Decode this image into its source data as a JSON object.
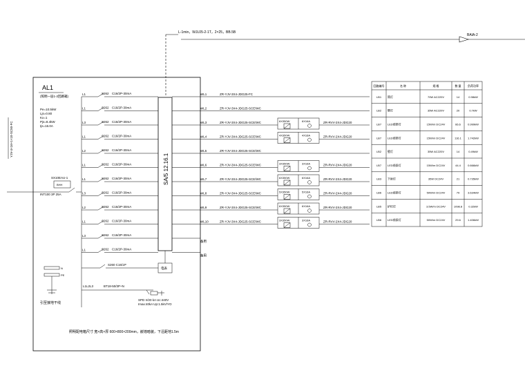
{
  "top_feeder": {
    "label": "L-1min，WJL05-2-1T，2×25，BB.5B"
  },
  "right_arrow_label": "BAIA-2",
  "panel": {
    "name": "AL1",
    "subtitle": "(照明一层1-2回路箱)",
    "params": [
      "Pe=10.5kW",
      "Ljs=0.80",
      "Kx=1",
      "Pjs=8.4kW",
      "Ijs=16.0A"
    ],
    "main_breaker": "INT100 3P 25A",
    "spd_box": "SX10EAU-1",
    "spd_box_sub": "BHH",
    "left_vertical_label": "YJV-4×16+1×10-SC50-FC",
    "busbar_label": "SA/5 12.16.1",
    "bottom_note": "照明配电箱尺寸 宽×高×厚 600×800×200mm，嵌墙暗装，下沿距地1.5m",
    "ground_label": "引至接地干线",
    "spd_main": "BT18-50/3P+N",
    "spd_note_1": "SPD Ir/20 kA Uc:440V",
    "spd_note_2": "Imax:40kA Up:1.5kV/YO",
    "rcd_label": "S260 C16/1P",
    "spd_phase": "L1L2L3",
    "rcd_box": "电表"
  },
  "circuits": [
    {
      "phase": "L1",
      "breaker": "S262",
      "rating": "C16/2P-30mA",
      "id": "WL1",
      "cable": "ZR-YJV-3X4-JDG25-FC"
    },
    {
      "phase": "L1",
      "breaker": "S262",
      "rating": "C16/2P-30mA",
      "id": "WL2",
      "cable": "ZR-YJV-3X4-JDG25-SCE/WC"
    },
    {
      "phase": "L3",
      "breaker": "S262",
      "rating": "C16/2P-30mA",
      "id": "WL3",
      "cable": "ZR-YJV-3X4-JDG25-SCE/WC"
    },
    {
      "phase": "L1",
      "breaker": "S262",
      "rating": "C16/2P-30mA",
      "id": "WL4",
      "cable": "ZR-YJV-3X4-JDG25-SCE/WC"
    },
    {
      "phase": "L2",
      "breaker": "S262",
      "rating": "C16/2P-30mA",
      "id": "WL5",
      "cable": "ZR-YJV-3X4-JDG25-SCE/WC"
    },
    {
      "phase": "L1",
      "breaker": "S262",
      "rating": "C16/2P-30mA",
      "id": "WL6",
      "cable": "ZR-YJV-3X4-JDG25-SCE/WC"
    },
    {
      "phase": "L1",
      "breaker": "S262",
      "rating": "C16/2P-30mA",
      "id": "WL7",
      "cable": "ZR-YJV-3X4-JDG25-SCE/WC"
    },
    {
      "phase": "L3",
      "breaker": "S262",
      "rating": "C16/2P-30mA",
      "id": "WL8",
      "cable": "ZR-YJV-3X4-JDG25-SCE/WC"
    },
    {
      "phase": "L2",
      "breaker": "S262",
      "rating": "C16/2P-30mA",
      "id": "WL9",
      "cable": "ZR-YJV-3X4-JDG25-SCE/WC"
    },
    {
      "phase": "L1",
      "breaker": "S262",
      "rating": "C16/2P-30mA",
      "id": "WL10",
      "cable": "ZR-YJV-3X4-JDG25-SCE/WC"
    },
    {
      "phase": "L3",
      "breaker": "S262",
      "rating": "C16/2P-30mA",
      "id": "备用",
      "cable": ""
    },
    {
      "phase": "L1",
      "breaker": "S262",
      "rating": "C16/2P-30mA",
      "id": "备用",
      "cable": ""
    }
  ],
  "drivers": [
    {
      "top": "6X350W",
      "right": "6X16A",
      "cable": "ZR-RVV-2X4-JDG20"
    },
    {
      "top": "4X350W",
      "right": "4X16A",
      "cable": "ZR-RVV-2X4-JDG20"
    },
    {
      "top": "3X350W",
      "right": "3X16A",
      "cable": "ZR-RVV-2X4-JDG20"
    },
    {
      "top": "6X350W",
      "right": "6X16A",
      "cable": "ZR-RVV-2X4-JDG20"
    },
    {
      "top": "5X350W",
      "right": "5X16A",
      "cable": "ZR-RVV-2X4-JDG20"
    },
    {
      "top": "6X350W",
      "right": "6X16A",
      "cable": "ZR-RVV-2X4-JDG20"
    },
    {
      "top": "3X350W",
      "right": "3X16A",
      "cable": "ZR-RVV-2X4-JDG20"
    }
  ],
  "table": {
    "headers": [
      "回路编号",
      "名 称",
      "规 格",
      "数 量",
      "负荷功率"
    ],
    "rows": [
      [
        "LB1",
        "筒灯",
        "70W AC220V",
        "14",
        "0.98kW"
      ],
      [
        "LB2",
        "壁灯",
        "35W AC220V",
        "20",
        "0.7kW"
      ],
      [
        "LB7",
        "LED线条灯",
        "15W/m DC24V",
        "66.6",
        "0.999kW"
      ],
      [
        "LB7",
        "LED线条灯",
        "15W/m DC24V",
        "116.1",
        "1.742kW"
      ],
      [
        "LB2",
        "壁灯",
        "35W AC220V",
        "14",
        "0.49kW"
      ],
      [
        "LB7",
        "LED线条灯",
        "15W/m DC24V",
        "44.4",
        "0.666kW"
      ],
      [
        "LB3",
        "下射灯",
        "35W DC24V",
        "21",
        "0.735kW"
      ],
      [
        "LB6",
        "LED线条灯",
        "50W/m DC24V",
        "79",
        "3.634kW"
      ],
      [
        "LB5",
        "护栏灯",
        "3.5W/m DC24V",
        "1098.8",
        "0.32kW"
      ],
      [
        "LB6",
        "LED线条灯",
        "50W/m DC24V",
        "29.6",
        "1.406kW"
      ]
    ]
  }
}
